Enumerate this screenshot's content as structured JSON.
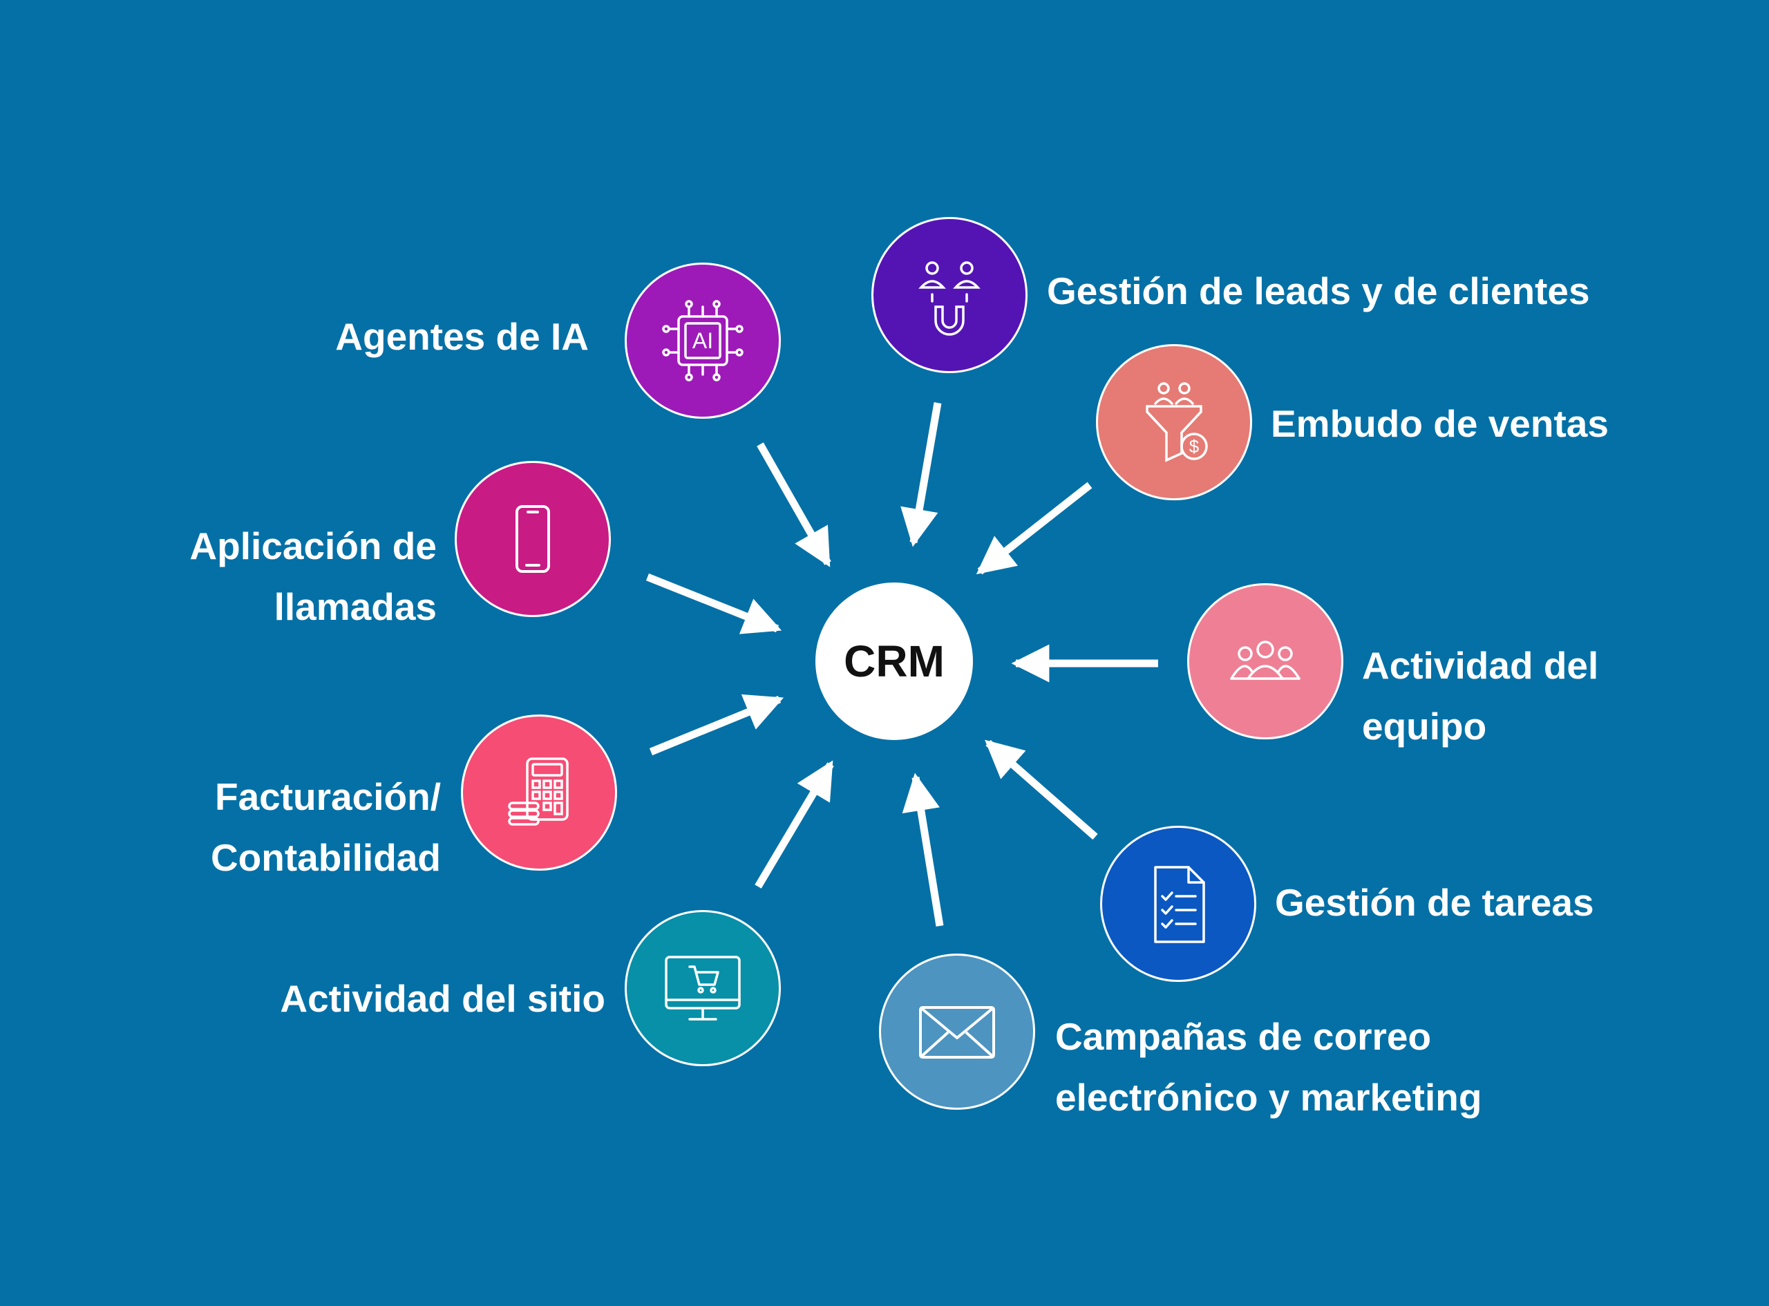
{
  "hub": {
    "label": "CRM"
  },
  "nodes": {
    "ai_agents": {
      "label": "Agentes de IA",
      "icon": "ai-chip-icon",
      "color": "#9d1ab8",
      "icon_text": "AI"
    },
    "leads": {
      "label": "Gestión de leads y de clientes",
      "icon": "people-magnet-icon",
      "color": "#5414b3"
    },
    "funnel": {
      "label": "Embudo de ventas",
      "icon": "sales-funnel-icon",
      "color": "#e57b74"
    },
    "calls": {
      "label_line1": "Aplicación de",
      "label_line2": "llamadas",
      "icon": "phone-icon",
      "color": "#c91b84"
    },
    "team": {
      "label_line1": "Actividad del",
      "label_line2": "equipo",
      "icon": "team-icon",
      "color": "#ee7f95"
    },
    "billing": {
      "label_line1": "Facturación/",
      "label_line2": "Contabilidad",
      "icon": "calculator-coins-icon",
      "color": "#f54d74"
    },
    "tasks": {
      "label": "Gestión de tareas",
      "icon": "checklist-document-icon",
      "color": "#0b58c2"
    },
    "site": {
      "label": "Actividad del sitio",
      "icon": "monitor-cart-icon",
      "color": "#0790a8"
    },
    "email": {
      "label_line1": "Campañas de correo",
      "label_line2": "electrónico y marketing",
      "icon": "envelope-icon",
      "color": "#4d94c0"
    }
  },
  "colors": {
    "background": "#0470a6",
    "arrow": "#ffffff",
    "hub": "#ffffff"
  }
}
